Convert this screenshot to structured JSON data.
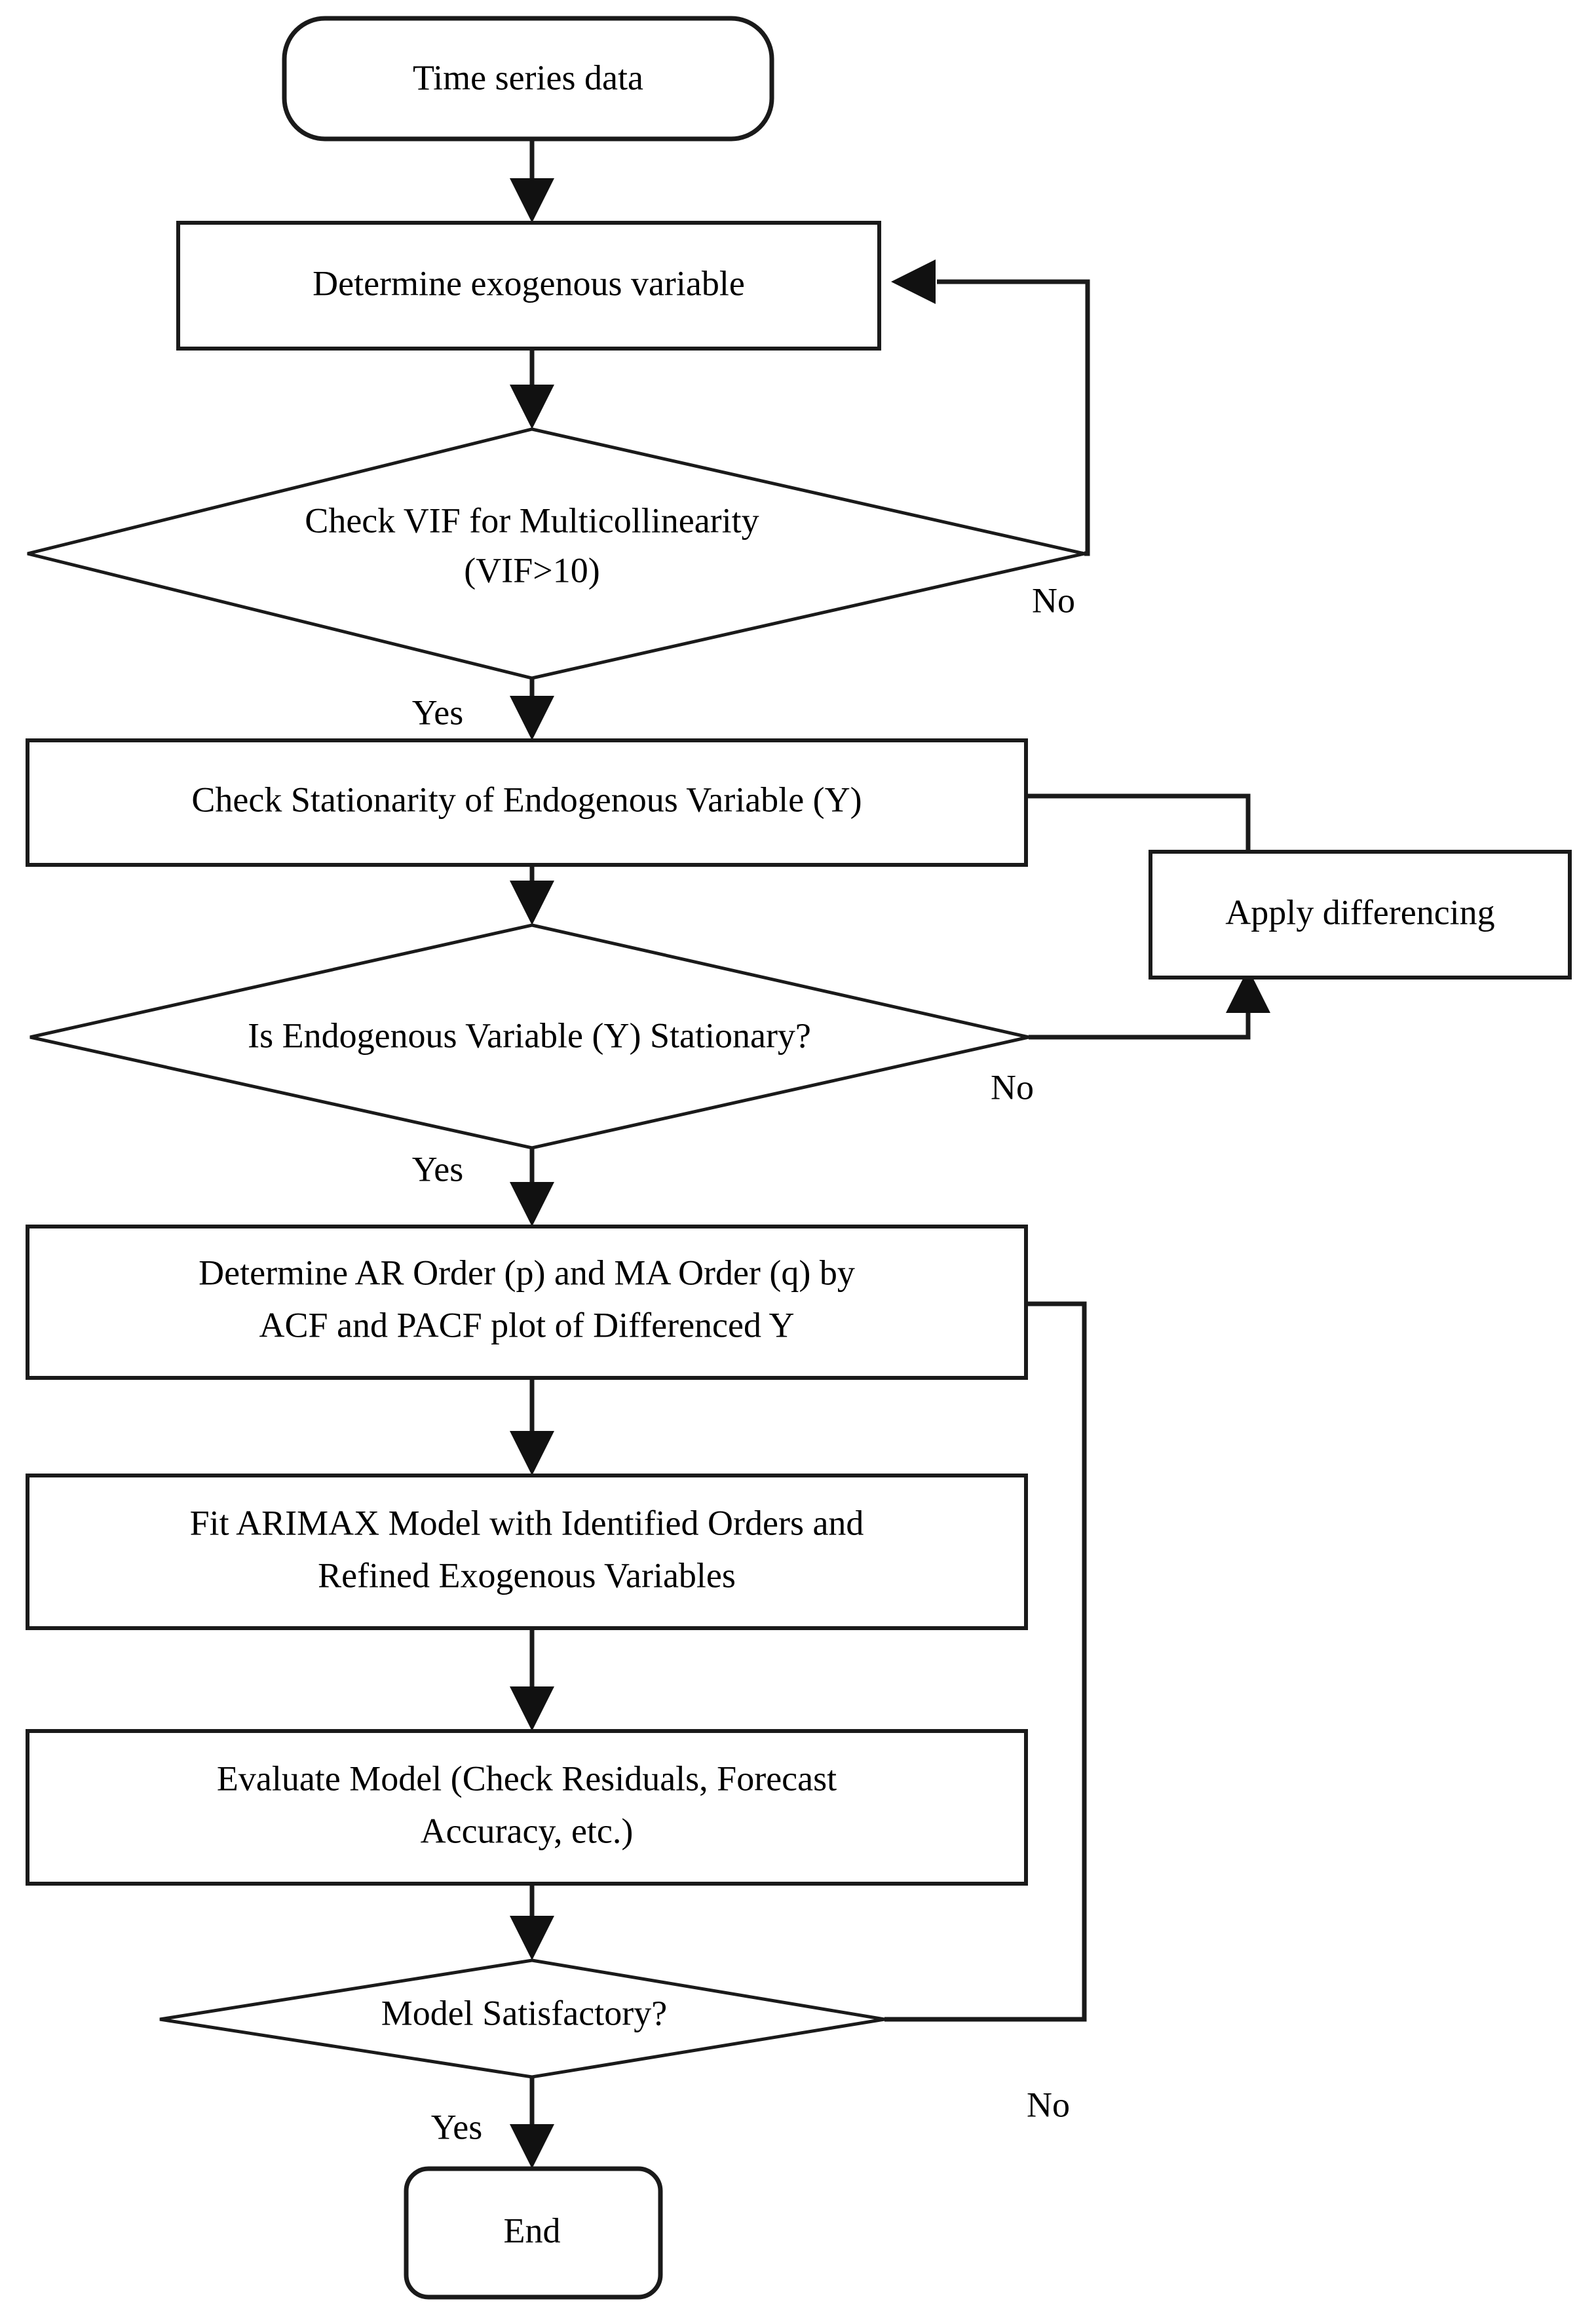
{
  "diagram": {
    "title": "ARIMAX Time Series Modeling Flowchart",
    "type": "flowchart",
    "colors": {
      "background": "#ffffff",
      "stroke": "#1a1a1a",
      "text": "#000000",
      "node_fill": "#ffffff"
    },
    "nodes": [
      {
        "id": "start",
        "shape": "terminator",
        "label": "Time series data",
        "lines": [
          "Time series data"
        ]
      },
      {
        "id": "determine-exogenous",
        "shape": "process",
        "label": "Determine exogenous variable",
        "lines": [
          "Determine exogenous variable"
        ]
      },
      {
        "id": "check-vif",
        "shape": "decision",
        "label": "Check VIF for Multicollinearity (VIF>10)",
        "lines": [
          "Check VIF for Multicollinearity",
          "(VIF>10)"
        ]
      },
      {
        "id": "check-stationarity",
        "shape": "process",
        "label": "Check Stationarity of Endogenous Variable (Y)",
        "lines": [
          "Check Stationarity of Endogenous Variable (Y)"
        ]
      },
      {
        "id": "apply-differencing",
        "shape": "process",
        "label": "Apply differencing",
        "lines": [
          "Apply differencing"
        ]
      },
      {
        "id": "is-stationary",
        "shape": "decision",
        "label": "Is Endogenous Variable (Y) Stationary?",
        "lines": [
          "Is Endogenous Variable (Y) Stationary?"
        ]
      },
      {
        "id": "determine-orders",
        "shape": "process",
        "label": "Determine AR Order (p) and MA Order (q) by ACF and PACF plot of Differenced Y",
        "lines": [
          "Determine AR Order (p) and MA Order (q) by",
          "ACF and PACF plot of Differenced Y"
        ]
      },
      {
        "id": "fit-arimax",
        "shape": "process",
        "label": "Fit ARIMAX Model with Identified Orders and Refined Exogenous Variables",
        "lines": [
          "Fit ARIMAX Model with Identified Orders and",
          "Refined Exogenous Variables"
        ]
      },
      {
        "id": "evaluate-model",
        "shape": "process",
        "label": "Evaluate Model (Check Residuals, Forecast Accuracy, etc.)",
        "lines": [
          "Evaluate Model (Check Residuals, Forecast",
          "Accuracy, etc.)"
        ]
      },
      {
        "id": "model-satisfactory",
        "shape": "decision",
        "label": "Model Satisfactory?",
        "lines": [
          "Model Satisfactory?"
        ]
      },
      {
        "id": "end",
        "shape": "terminator",
        "label": "End",
        "lines": [
          "End"
        ]
      }
    ],
    "edge_labels": {
      "vif_no": "No",
      "vif_yes": "Yes",
      "stationary_no": "No",
      "stationary_yes": "Yes",
      "satisfactory_no": "No",
      "satisfactory_yes": "Yes"
    },
    "edges": [
      {
        "from": "start",
        "to": "determine-exogenous",
        "label": ""
      },
      {
        "from": "determine-exogenous",
        "to": "check-vif",
        "label": ""
      },
      {
        "from": "check-vif",
        "to": "determine-exogenous",
        "label": "No"
      },
      {
        "from": "check-vif",
        "to": "check-stationarity",
        "label": "Yes"
      },
      {
        "from": "check-stationarity",
        "to": "is-stationary",
        "label": ""
      },
      {
        "from": "is-stationary",
        "to": "apply-differencing",
        "label": "No"
      },
      {
        "from": "apply-differencing",
        "to": "check-stationarity",
        "label": ""
      },
      {
        "from": "is-stationary",
        "to": "determine-orders",
        "label": "Yes"
      },
      {
        "from": "determine-orders",
        "to": "fit-arimax",
        "label": ""
      },
      {
        "from": "fit-arimax",
        "to": "evaluate-model",
        "label": ""
      },
      {
        "from": "evaluate-model",
        "to": "model-satisfactory",
        "label": ""
      },
      {
        "from": "model-satisfactory",
        "to": "determine-orders",
        "label": "No"
      },
      {
        "from": "model-satisfactory",
        "to": "end",
        "label": "Yes"
      }
    ]
  }
}
